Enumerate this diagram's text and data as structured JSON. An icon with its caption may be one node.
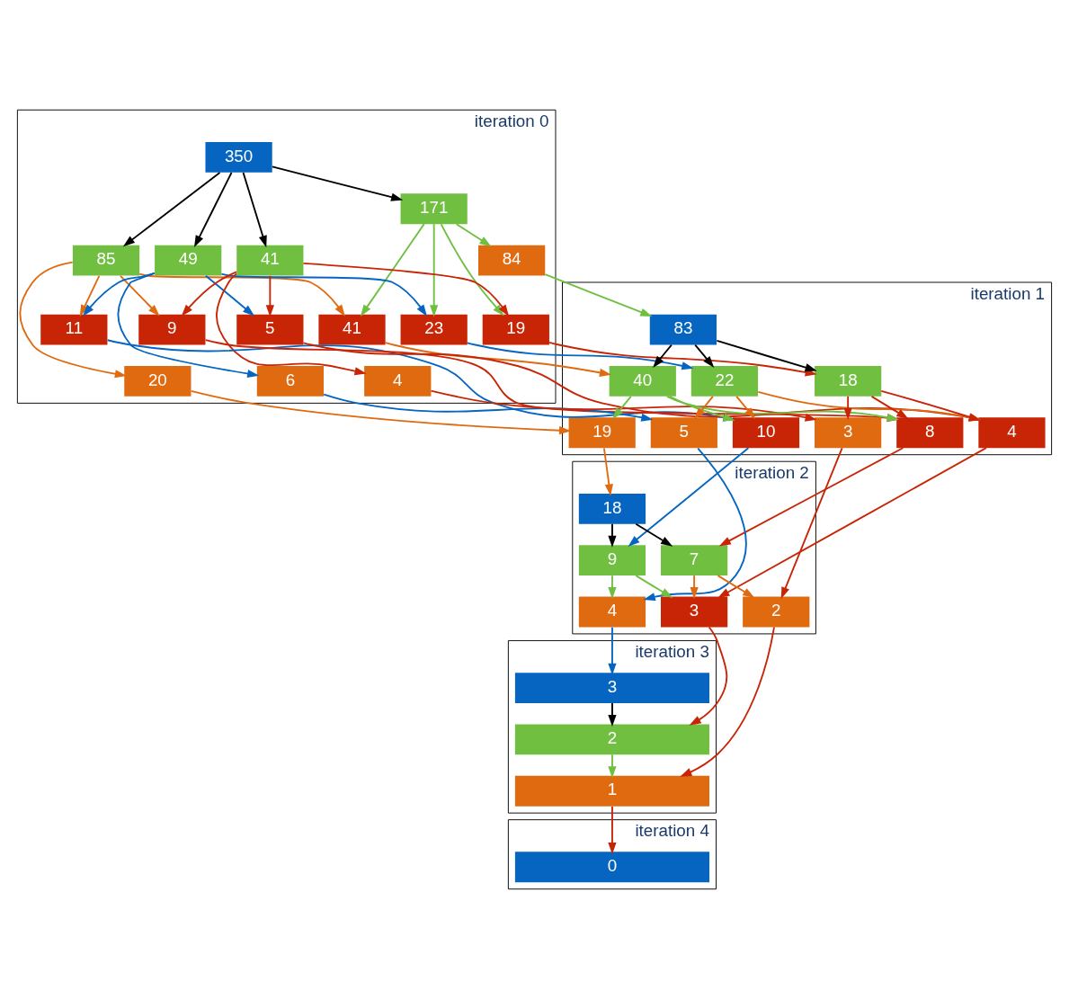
{
  "diagram": {
    "nodes": [
      {
        "text": [
          "iteration 0"
        ]
      },
      {
        "text": [
          "350"
        ],
        "in": 0
      },
      {
        "text": [
          "171"
        ],
        "in": 0
      },
      {
        "text": [
          "85"
        ],
        "in": 0
      },
      {
        "text": [
          "49"
        ],
        "in": 0
      },
      {
        "text": [
          "41"
        ],
        "in": 0
      },
      {
        "text": [
          "84"
        ],
        "in": 0
      },
      {
        "text": [
          "41"
        ],
        "in": 0
      },
      {
        "text": [
          "23"
        ],
        "in": 0
      },
      {
        "text": [
          "19"
        ],
        "in": 0
      },
      {
        "text": [
          "20"
        ],
        "in": 0
      },
      {
        "text": [
          "11"
        ],
        "in": 0
      },
      {
        "text": [
          "9"
        ],
        "in": 0
      },
      {
        "text": [
          "6"
        ],
        "in": 0
      },
      {
        "text": [
          "5"
        ],
        "in": 0
      },
      {
        "text": [
          "4"
        ],
        "in": 0
      },
      {
        "text": [
          "iteration 1"
        ]
      },
      {
        "text": [
          "83"
        ],
        "in": 16
      },
      {
        "text": [
          "40"
        ],
        "in": 16
      },
      {
        "text": [
          "22"
        ],
        "in": 16
      },
      {
        "text": [
          "18"
        ],
        "in": 16
      },
      {
        "text": [
          "19"
        ],
        "in": 16
      },
      {
        "text": [
          "10"
        ],
        "in": 16
      },
      {
        "text": [
          "8"
        ],
        "in": 16
      },
      {
        "text": [
          "5"
        ],
        "in": 16
      },
      {
        "text": [
          "4"
        ],
        "in": 16
      },
      {
        "text": [
          "3"
        ],
        "in": 16
      },
      {
        "text": [
          "iteration 2"
        ]
      },
      {
        "text": [
          "18"
        ],
        "in": 27
      },
      {
        "text": [
          "9"
        ],
        "in": 27
      },
      {
        "text": [
          "7"
        ],
        "in": 27
      },
      {
        "text": [
          "4"
        ],
        "in": 27
      },
      {
        "text": [
          "3"
        ],
        "in": 27
      },
      {
        "text": [
          "2"
        ],
        "in": 27
      },
      {
        "text": [
          "iteration 3"
        ]
      },
      {
        "text": [
          "3"
        ],
        "in": 34
      },
      {
        "text": [
          "2"
        ],
        "in": 34
      },
      {
        "text": [
          "1"
        ],
        "in": 34
      },
      {
        "text": [
          "iteration 4"
        ]
      },
      {
        "text": [
          "0"
        ],
        "in": 38
      }
    ],
    "edges": [
      {
        "from": 1,
        "to": 2,
        "arrow": "to",
        "color": "#000000"
      },
      {
        "from": 1,
        "to": 3,
        "arrow": "to",
        "color": "#000000"
      },
      {
        "from": 1,
        "to": 4,
        "arrow": "to",
        "color": "#000000"
      },
      {
        "from": 1,
        "to": 5,
        "arrow": "to",
        "color": "#000000"
      },
      {
        "from": 2,
        "to": 6,
        "arrow": "to",
        "color": "#70bf41"
      },
      {
        "from": 2,
        "to": 7,
        "arrow": "to",
        "color": "#70bf41"
      },
      {
        "from": 2,
        "to": 8,
        "arrow": "to",
        "color": "#70bf41"
      },
      {
        "from": 2,
        "to": 9,
        "arrow": "to",
        "color": "#70bf41"
      },
      {
        "from": 3,
        "to": 7,
        "arrow": "to",
        "color": "#e06a10"
      },
      {
        "from": 3,
        "to": 10,
        "arrow": "to",
        "color": "#e06a10"
      },
      {
        "from": 3,
        "to": 11,
        "arrow": "to",
        "color": "#e06a10"
      },
      {
        "from": 3,
        "to": 12,
        "arrow": "to",
        "color": "#e06a10"
      },
      {
        "from": 4,
        "to": 8,
        "arrow": "to",
        "color": "#0565c0"
      },
      {
        "from": 4,
        "to": 11,
        "arrow": "to",
        "color": "#0565c0"
      },
      {
        "from": 4,
        "to": 13,
        "arrow": "to",
        "color": "#0565c0"
      },
      {
        "from": 4,
        "to": 14,
        "arrow": "to",
        "color": "#0565c0"
      },
      {
        "from": 5,
        "to": 9,
        "arrow": "to",
        "color": "#c82506"
      },
      {
        "from": 5,
        "to": 12,
        "arrow": "to",
        "color": "#c82506"
      },
      {
        "from": 5,
        "to": 14,
        "arrow": "to",
        "color": "#c82506"
      },
      {
        "from": 5,
        "to": 15,
        "arrow": "to",
        "color": "#c82506"
      },
      {
        "from": 6,
        "to": 17,
        "arrow": "to",
        "color": "#70bf41"
      },
      {
        "from": 7,
        "to": 18,
        "arrow": "to",
        "color": "#e06a10"
      },
      {
        "from": 8,
        "to": 19,
        "arrow": "to",
        "color": "#0565c0"
      },
      {
        "from": 9,
        "to": 20,
        "arrow": "to",
        "color": "#c82506"
      },
      {
        "from": 10,
        "to": 21,
        "arrow": "to",
        "color": "#e06a10"
      },
      {
        "from": 11,
        "to": 22,
        "arrow": "to",
        "color": "#0565c0"
      },
      {
        "from": 12,
        "to": 23,
        "arrow": "to",
        "color": "#c82506"
      },
      {
        "from": 13,
        "to": 24,
        "arrow": "to",
        "color": "#0565c0"
      },
      {
        "from": 14,
        "to": 25,
        "arrow": "to",
        "color": "#c82506"
      },
      {
        "from": 15,
        "to": 26,
        "arrow": "to",
        "color": "#c82506"
      },
      {
        "from": 17,
        "to": 18,
        "arrow": "to",
        "color": "#000000"
      },
      {
        "from": 17,
        "to": 19,
        "arrow": "to",
        "color": "#000000"
      },
      {
        "from": 17,
        "to": 20,
        "arrow": "to",
        "color": "#000000"
      },
      {
        "from": 18,
        "to": 21,
        "arrow": "to",
        "color": "#70bf41"
      },
      {
        "from": 18,
        "to": 22,
        "arrow": "to",
        "color": "#70bf41"
      },
      {
        "from": 18,
        "to": 23,
        "arrow": "to",
        "color": "#70bf41"
      },
      {
        "from": 19,
        "to": 22,
        "arrow": "to",
        "color": "#e06a10"
      },
      {
        "from": 19,
        "to": 24,
        "arrow": "to",
        "color": "#e06a10"
      },
      {
        "from": 19,
        "to": 25,
        "arrow": "to",
        "color": "#e06a10"
      },
      {
        "from": 20,
        "to": 23,
        "arrow": "to",
        "color": "#c82506"
      },
      {
        "from": 20,
        "to": 25,
        "arrow": "to",
        "color": "#c82506"
      },
      {
        "from": 20,
        "to": 26,
        "arrow": "to",
        "color": "#c82506"
      },
      {
        "from": 21,
        "to": 28,
        "arrow": "to",
        "color": "#e06a10"
      },
      {
        "from": 22,
        "to": 29,
        "arrow": "to",
        "color": "#0565c0"
      },
      {
        "from": 23,
        "to": 30,
        "arrow": "to",
        "color": "#c82506"
      },
      {
        "from": 24,
        "to": 31,
        "arrow": "to",
        "color": "#0565c0"
      },
      {
        "from": 25,
        "to": 32,
        "arrow": "to",
        "color": "#c82506"
      },
      {
        "from": 26,
        "to": 33,
        "arrow": "to",
        "color": "#c82506"
      },
      {
        "from": 28,
        "to": 29,
        "arrow": "to",
        "color": "#000000"
      },
      {
        "from": 28,
        "to": 30,
        "arrow": "to",
        "color": "#000000"
      },
      {
        "from": 29,
        "to": 31,
        "arrow": "to",
        "color": "#70bf41"
      },
      {
        "from": 29,
        "to": 32,
        "arrow": "to",
        "color": "#70bf41"
      },
      {
        "from": 30,
        "to": 32,
        "arrow": "to",
        "color": "#e06a10"
      },
      {
        "from": 30,
        "to": 33,
        "arrow": "to",
        "color": "#e06a10"
      },
      {
        "from": 31,
        "to": 35,
        "arrow": "to",
        "color": "#0565c0"
      },
      {
        "from": 32,
        "to": 36,
        "arrow": "to",
        "color": "#c82506"
      },
      {
        "from": 33,
        "to": 37,
        "arrow": "to",
        "color": "#c82506"
      },
      {
        "from": 35,
        "to": 36,
        "arrow": "to",
        "color": "#000000"
      },
      {
        "from": 36,
        "to": 37,
        "arrow": "to",
        "color": "#70bf41"
      },
      {
        "from": 37,
        "to": 39,
        "arrow": "to",
        "color": "#c82506"
      }
    ]
  }
}
